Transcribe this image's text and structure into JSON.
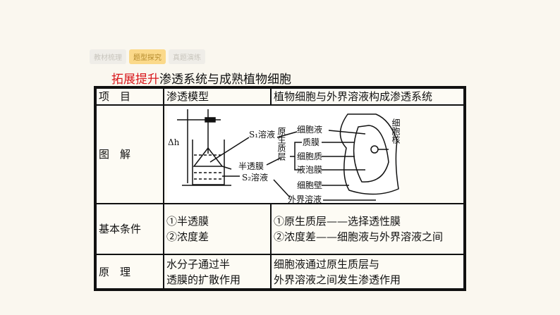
{
  "tabs": [
    "教材梳理",
    "题型探究",
    "真题演练"
  ],
  "active_tab": 1,
  "title": {
    "highlight": "拓展提升",
    "text": "渗透系统与成熟植物细胞"
  },
  "table": {
    "headers": [
      "项　目",
      "渗透模型",
      "植物细胞与外界溶液构成渗透系统"
    ],
    "diagram_row_label": "图　解",
    "diagram_labels": {
      "s1": "S₁溶液",
      "s2": "S₂溶液",
      "membrane": "半透膜",
      "dh": "Δh",
      "protoplast": "原生质层",
      "cell_sap": "细胞液",
      "plasma_membrane": "质膜",
      "cytoplasm": "细胞质",
      "tonoplast": "液泡膜",
      "cell_wall": "细胞壁",
      "outer_solution": "外界溶液",
      "nucleus": "细胞核"
    },
    "rows": [
      {
        "label": "基本条件",
        "model": [
          "①半透膜",
          "②浓度差"
        ],
        "cell": [
          "①原生质层——选择透性膜",
          "②浓度差——细胞液与外界溶液之间"
        ]
      },
      {
        "label": "原　理",
        "model": [
          "水分子通过半",
          "透膜的扩散作用"
        ],
        "cell": [
          "细胞液通过原生质层与",
          "外界溶液之间发生渗透作用"
        ]
      }
    ]
  }
}
